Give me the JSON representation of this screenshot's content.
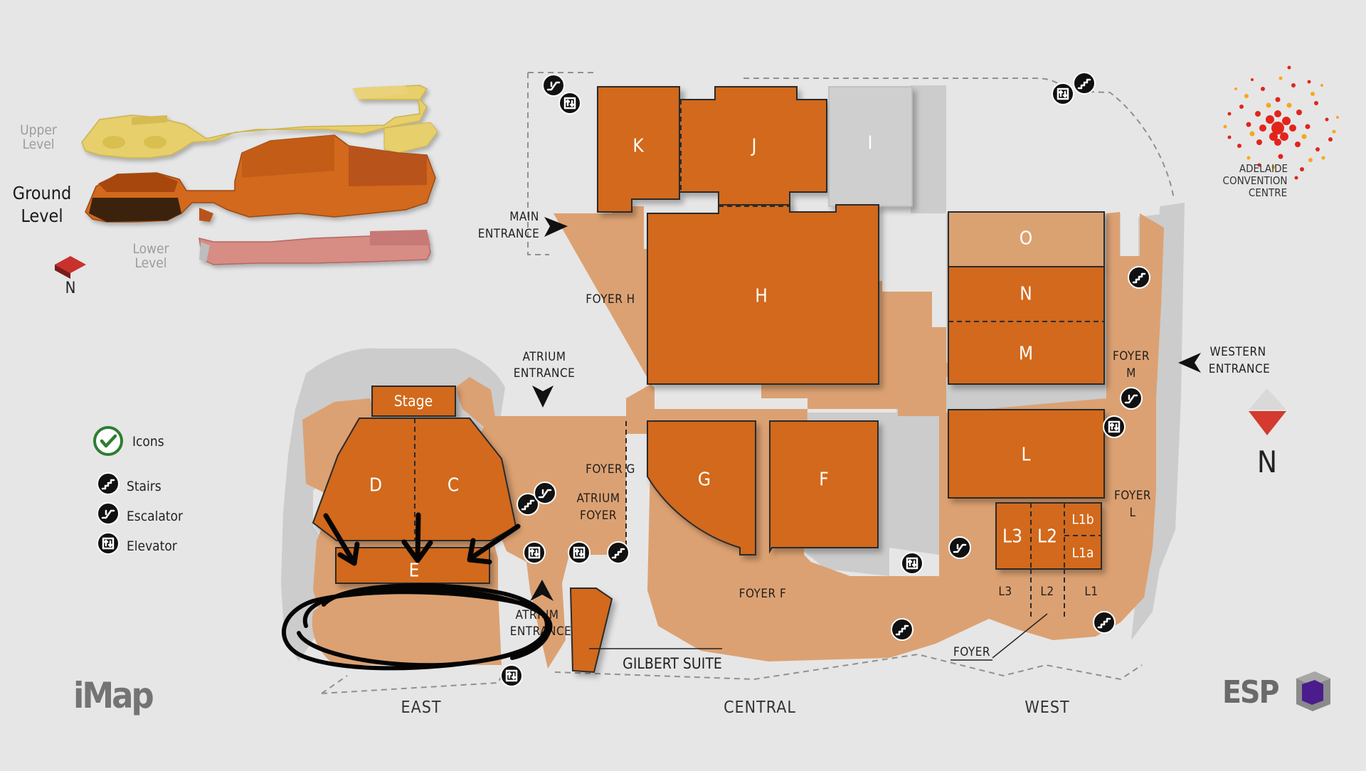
{
  "brand": {
    "name_lines": [
      "ADELAIDE",
      "CONVENTION",
      "CENTRE"
    ],
    "imap": "iMap",
    "esp": "ESP"
  },
  "levels": {
    "upper": [
      "Upper",
      "Level"
    ],
    "ground": [
      "Ground",
      "Level"
    ],
    "lower": [
      "Lower",
      "Level"
    ],
    "north": "N"
  },
  "legend": {
    "title": "Icons",
    "items": [
      {
        "icon": "stairs-icon",
        "label": "Stairs"
      },
      {
        "icon": "escalator-icon",
        "label": "Escalator"
      },
      {
        "icon": "elevator-icon",
        "label": "Elevator"
      }
    ]
  },
  "halls": {
    "K": "K",
    "J": "J",
    "I": "I",
    "H": "H",
    "O": "O",
    "N": "N",
    "M": "M",
    "L": "L",
    "G": "G",
    "F": "F",
    "D": "D",
    "C": "C",
    "E": "E",
    "stage": "Stage",
    "L3": "L3",
    "L2": "L2",
    "L1b": "L1b",
    "L1a": "L1a"
  },
  "labels": {
    "main_entrance": [
      "MAIN",
      "ENTRANCE"
    ],
    "atrium_entrance": [
      "ATRIUM",
      "ENTRANCE"
    ],
    "atrium_entrance_lower": [
      "ATRIUM",
      "ENTRANCE"
    ],
    "western_entrance": [
      "WESTERN",
      "ENTRANCE"
    ],
    "foyer_h": "FOYER H",
    "foyer_g": "FOYER G",
    "atrium_foyer": [
      "ATRIUM",
      "FOYER"
    ],
    "foyer_f": "FOYER F",
    "foyer_m": [
      "FOYER",
      "M"
    ],
    "foyer_l": [
      "FOYER",
      "L"
    ],
    "foyer": "FOYER",
    "gilbert_suite": "GILBERT SUITE",
    "l3": "L3",
    "l2": "L2",
    "l1": "L1"
  },
  "zones": {
    "east": "EAST",
    "central": "CENTRAL",
    "west": "WEST"
  },
  "colors": {
    "hall": "#d2691e",
    "foyer": "#dca172",
    "background": "#e6e6e6",
    "compass_red": "#d43a2f"
  }
}
